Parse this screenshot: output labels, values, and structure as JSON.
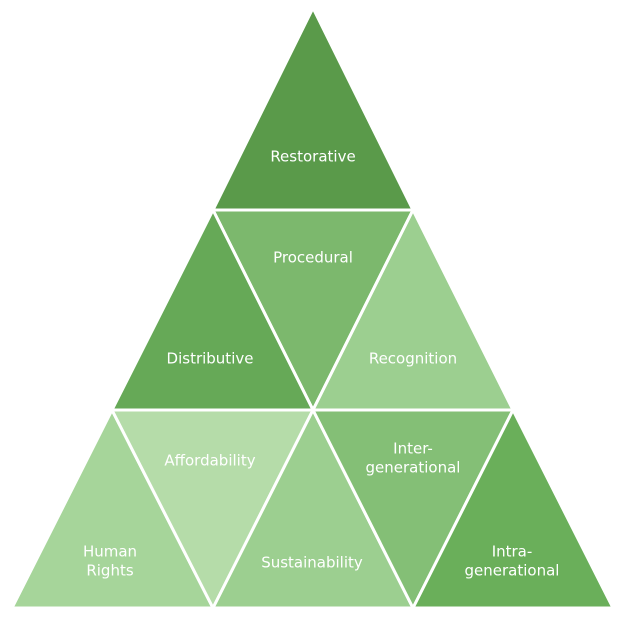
{
  "segments": [
    {
      "id": "restorative",
      "label_lines": [
        "Restorative"
      ],
      "color": "#5a9a4a"
    },
    {
      "id": "procedural",
      "label_lines": [
        "Procedural"
      ],
      "color": "#7cb86d"
    },
    {
      "id": "distributive",
      "label_lines": [
        "Distributive"
      ],
      "color": "#66a957"
    },
    {
      "id": "recognition",
      "label_lines": [
        "Recognition"
      ],
      "color": "#9ccf90"
    },
    {
      "id": "human-rights",
      "label_lines": [
        "Human",
        "Rights"
      ],
      "color": "#a6d59a"
    },
    {
      "id": "affordability",
      "label_lines": [
        "Affordability"
      ],
      "color": "#b5dca9"
    },
    {
      "id": "sustainability",
      "label_lines": [
        "Sustainability"
      ],
      "color": "#9ccf90"
    },
    {
      "id": "inter-generational",
      "label_lines": [
        "Inter-",
        "generational"
      ],
      "color": "#84bf76"
    },
    {
      "id": "intra-generational",
      "label_lines": [
        "Intra-",
        "generational"
      ],
      "color": "#6aaf5a"
    }
  ]
}
